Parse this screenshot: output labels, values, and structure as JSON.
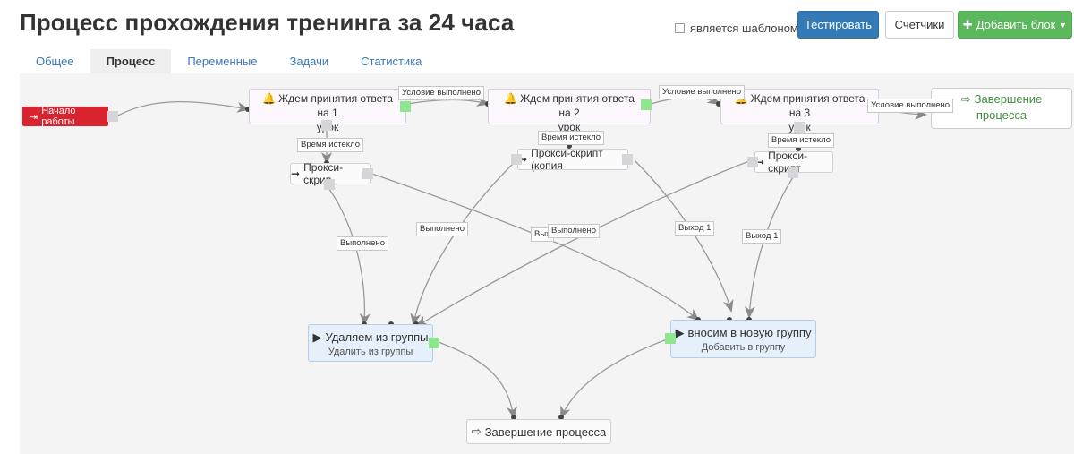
{
  "header": {
    "title": "Процесс прохождения тренинга за 24 часа",
    "template_label": "является шаблоном",
    "test_button": "Тестировать",
    "counters_button": "Счетчики",
    "add_block_button": "Добавить блок"
  },
  "tabs": [
    {
      "label": "Общее",
      "active": false
    },
    {
      "label": "Процесс",
      "active": true
    },
    {
      "label": "Переменные",
      "active": false
    },
    {
      "label": "Задачи",
      "active": false
    },
    {
      "label": "Статистика",
      "active": false
    }
  ],
  "nodes": {
    "start": "Начало работы",
    "wait1_line1": "Ждем принятия ответа на 1",
    "wait1_line2": "урок",
    "wait2_line1": "Ждем принятия ответа на 2",
    "wait2_line2": "урок",
    "wait3_line1": "Ждем принятия ответа на 3",
    "wait3_line2": "урок",
    "finish_top_line1": "Завершение",
    "finish_top_line2": "процесса",
    "proxy1": "Прокси-скрип",
    "proxy2": "Прокси-скрипт (копия",
    "proxy3": "Прокси-скрипт",
    "remove_title": "Удаляем из группы",
    "remove_sub": "Удалить из группы",
    "add_title": "вносим в новую группу",
    "add_sub": "Добавить в группу",
    "finish_bottom": "Завершение процесса"
  },
  "edge_labels": {
    "cond1": "Условие выполнено",
    "cond2": "Условие выполнено",
    "cond3": "Условие выполнено",
    "timeout1": "Время истекло",
    "timeout2": "Время истекло",
    "timeout3": "Время истекло",
    "done1": "Выполнено",
    "done2": "Выполнено",
    "done3": "Выполнено",
    "exit_partial": "Вых",
    "exit2": "Выход 1",
    "exit3": "Выход 1"
  },
  "colors": {
    "primary": "#337ab7",
    "success": "#5cb85c",
    "start_node": "#d9232f",
    "port_ok": "#8ee68e"
  }
}
